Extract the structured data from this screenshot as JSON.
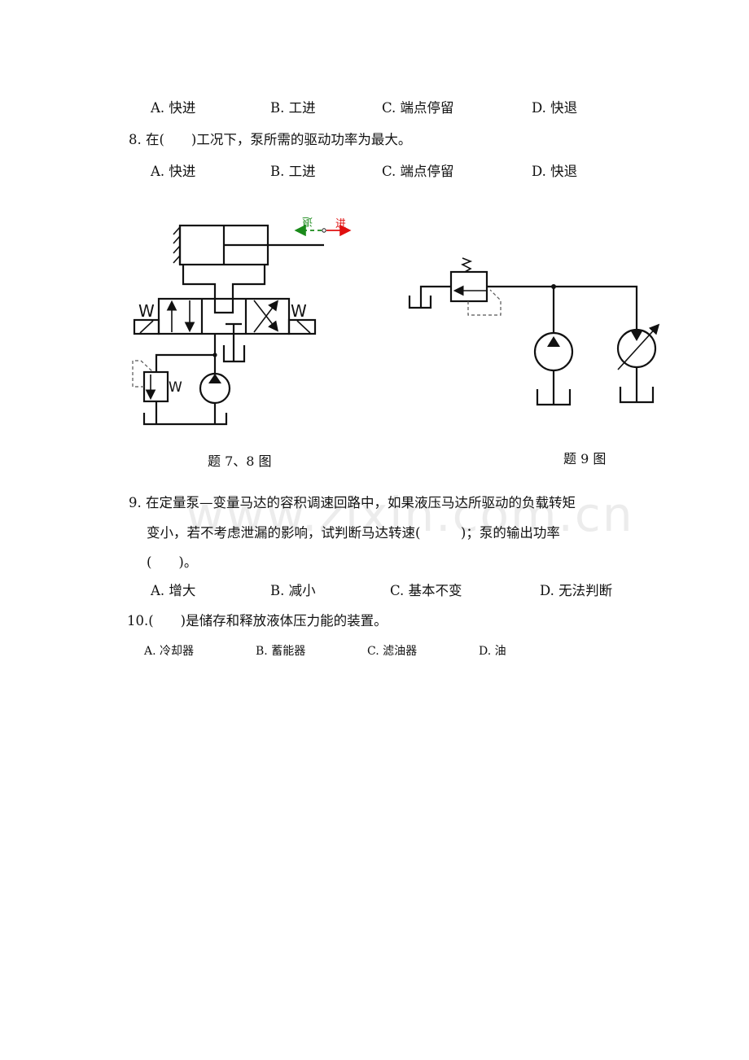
{
  "q7_options": [
    {
      "letter": "A.",
      "text": "快进"
    },
    {
      "letter": "B.",
      "text": "工进"
    },
    {
      "letter": "C.",
      "text": "端点停留"
    },
    {
      "letter": "D.",
      "text": "快退"
    }
  ],
  "q8": {
    "number": "8.",
    "stem": "在(　　)工况下，泵所需的驱动功率为最大。",
    "options": [
      {
        "letter": "A.",
        "text": "快进"
      },
      {
        "letter": "B.",
        "text": "工进"
      },
      {
        "letter": "C.",
        "text": "端点停留"
      },
      {
        "letter": "D.",
        "text": "快退"
      }
    ]
  },
  "figures": {
    "left_caption": "题 7、8 图",
    "right_caption": "题 9 图",
    "direction_labels": {
      "retreat": "退",
      "advance": "进"
    },
    "spring_label": "W",
    "colors": {
      "retreat": "#1a8a1a",
      "advance": "#e01010",
      "line": "#111111"
    }
  },
  "q9": {
    "number": "9.",
    "line1": "在定量泵—变量马达的容积调速回路中，如果液压马达所驱动的负载转矩",
    "line2": "变小，若不考虑泄漏的影响，试判断马达转速(　　　)；泵的输出功率",
    "line3": "(　　)。",
    "options": [
      {
        "letter": "A.",
        "text": "增大"
      },
      {
        "letter": "B.",
        "text": "减小"
      },
      {
        "letter": "C.",
        "text": "基本不变"
      },
      {
        "letter": "D.",
        "text": "无法判断"
      }
    ]
  },
  "q10": {
    "number": "10.",
    "stem": "(　　)是储存和释放液体压力能的装置。",
    "options": [
      {
        "letter": "A.",
        "text": "冷却器"
      },
      {
        "letter": "B.",
        "text": "蓄能器"
      },
      {
        "letter": "C.",
        "text": "滤油器"
      },
      {
        "letter": "D.",
        "text": "油"
      }
    ]
  },
  "watermark": "www.zixin.com.cn"
}
